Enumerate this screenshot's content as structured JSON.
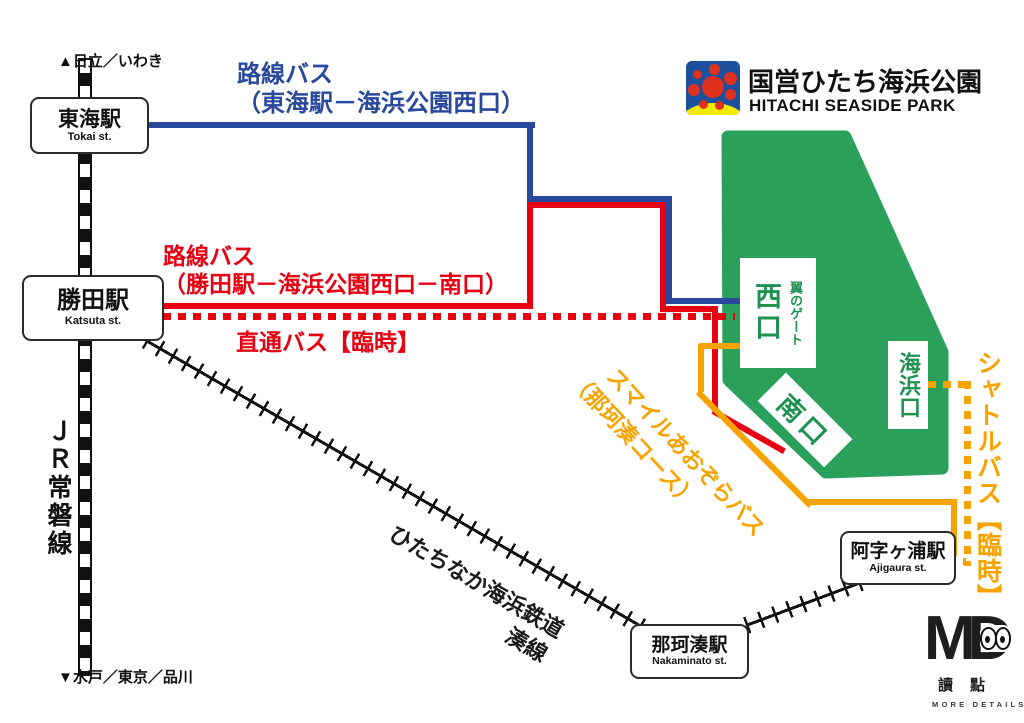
{
  "map": {
    "direction_north": "▲日立／いわき",
    "direction_south": "▼水戸／東京／品川",
    "jr_line_name": "ＪＲ常磐線",
    "minato_line_name_1": "ひたちなか海浜鉄道",
    "minato_line_name_2": "湊線"
  },
  "stations": {
    "tokai": {
      "ja": "東海駅",
      "en": "Tokai st."
    },
    "katsuta": {
      "ja": "勝田駅",
      "en": "Katsuta st."
    },
    "ajigaura": {
      "ja": "阿字ヶ浦駅",
      "en": "Ajigaura st."
    },
    "nakaminato": {
      "ja": "那珂湊駅",
      "en": "Nakaminato st."
    }
  },
  "bus_routes": {
    "rosen_tokai": {
      "name": "路線バス",
      "detail": "（東海駅－海浜公園西口）",
      "color": "#28489c"
    },
    "rosen_katsuta": {
      "name": "路線バス",
      "detail": "（勝田駅－海浜公園西口－南口）",
      "color": "#e60012"
    },
    "chokutsu": {
      "name": "直通バス【臨時】",
      "color": "#e60012"
    },
    "smile_aozora": {
      "name": "スマイルあおぞらバス",
      "detail": "（那珂湊コース）",
      "color": "#f6a300"
    },
    "shuttle": {
      "name": "シャトルバス【臨時】",
      "color": "#f6a300"
    }
  },
  "park": {
    "name_ja": "国営ひたち海浜公園",
    "name_en": "HITACHI SEASIDE PARK",
    "fill_color": "#2aa05a",
    "gate_west_main": "西口",
    "gate_west_sub": "翼のゲート",
    "gate_south": "南口",
    "gate_kaihin": "海浜口"
  },
  "watermark": {
    "initials": "MD",
    "name": "讀點",
    "tagline": "MORE DETAILS."
  }
}
